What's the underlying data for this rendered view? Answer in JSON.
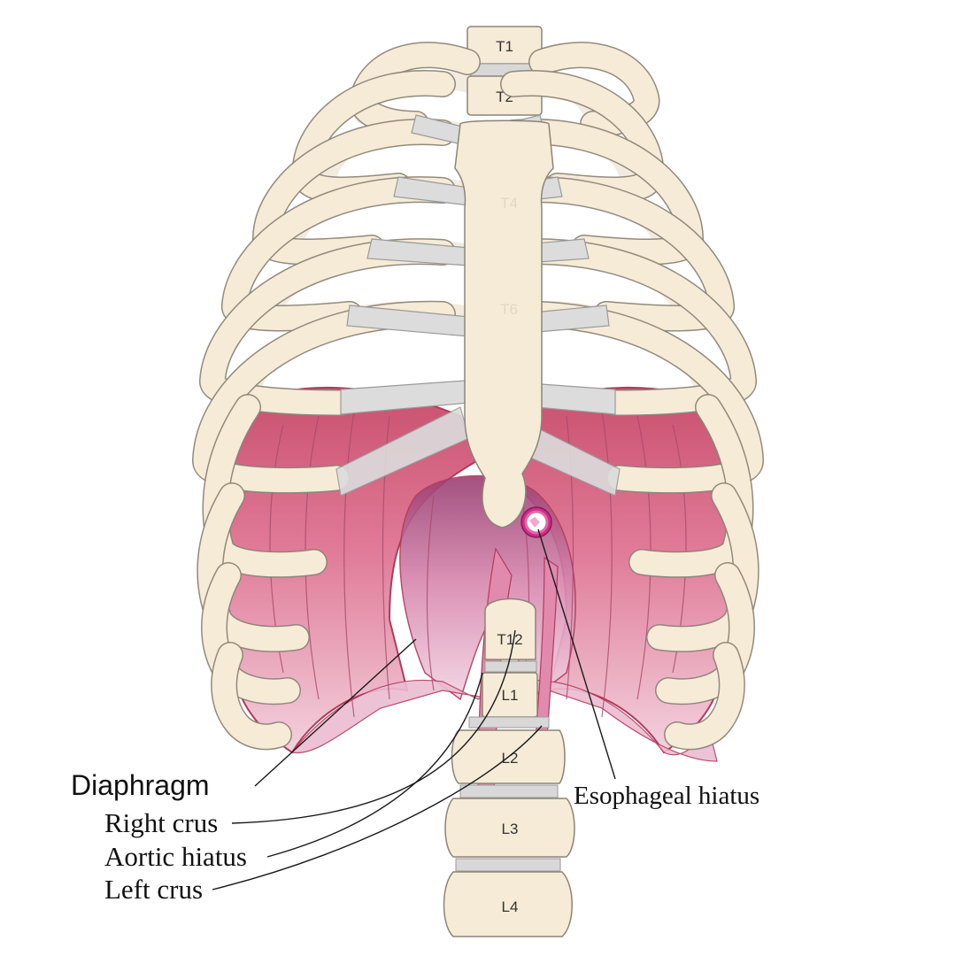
{
  "vertebrae": {
    "t1": "T1",
    "t2": "T2",
    "t4": "T4",
    "t6": "T6",
    "t12": "T12",
    "l1": "L1",
    "l2": "L2",
    "l3": "L3",
    "l4": "L4"
  },
  "labels": {
    "diaphragm": "Diaphragm",
    "right_crus": "Right crus",
    "aortic_hiatus": "Aortic hiatus",
    "left_crus": "Left crus",
    "esophageal_hiatus": "Esophageal hiatus"
  },
  "colors": {
    "bone": "#f6ebd6",
    "cartilage": "#dcdcdc",
    "diaphragm_dark": "#c84a6a",
    "diaphragm_light": "#f0c4d6",
    "esophagus": "#d02a8a"
  }
}
